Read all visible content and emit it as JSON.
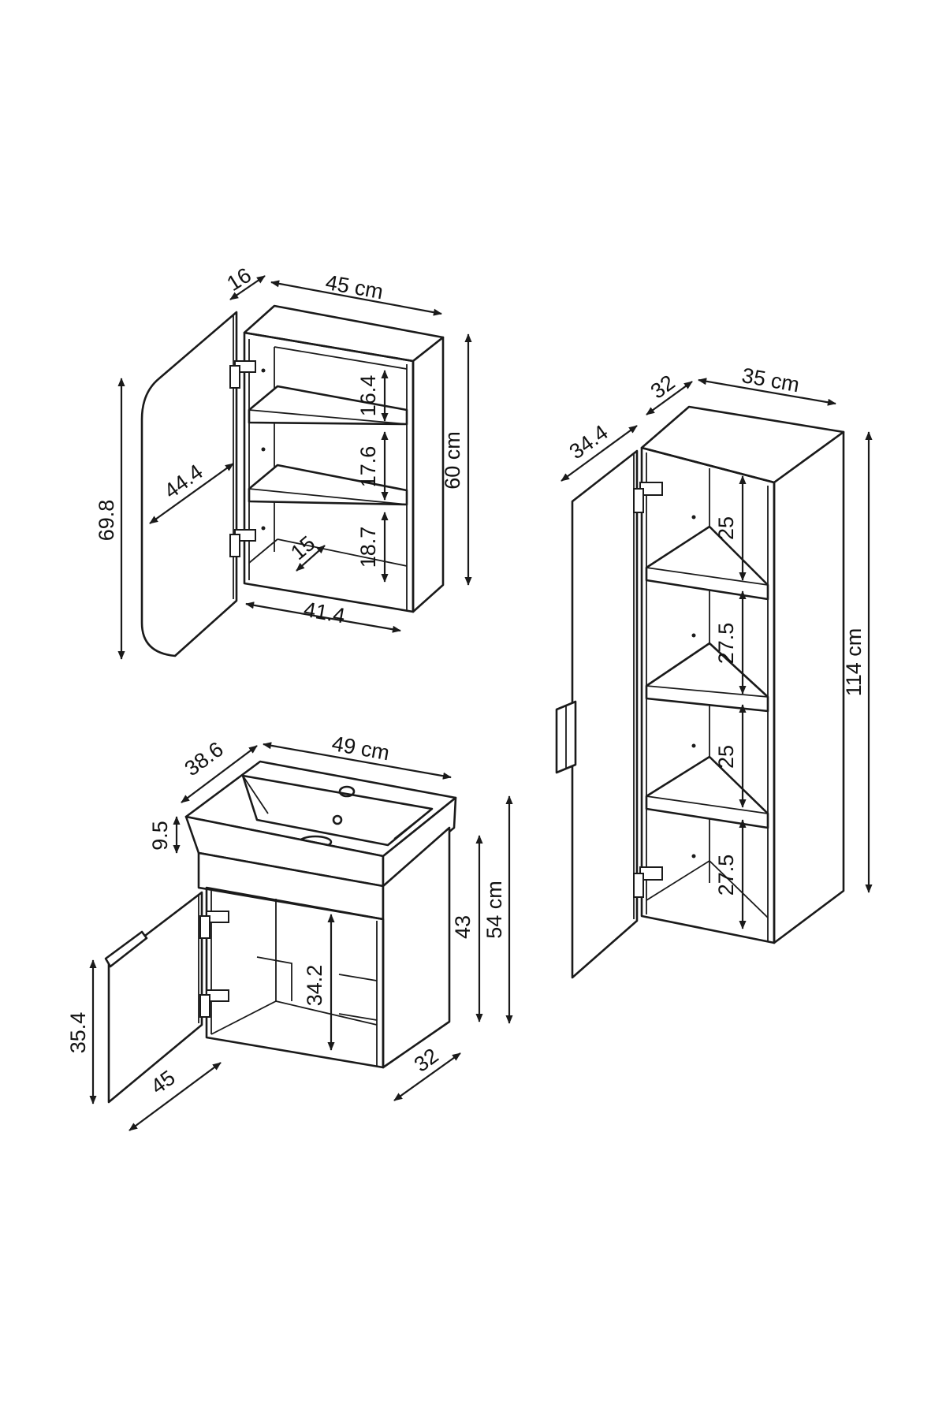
{
  "mirror_cabinet": {
    "width": "45 cm",
    "depth": "16",
    "height": "60 cm",
    "door_height": "69.8",
    "door_width": "44.4",
    "inner_width": "41.4",
    "inner_depth": "15",
    "shelf_heights": [
      "16.4",
      "17.6",
      "18.7"
    ]
  },
  "tall_cabinet": {
    "width": "35 cm",
    "depth": "32",
    "door_width": "34.4",
    "height": "114 cm",
    "shelf_heights": [
      "25",
      "27.5",
      "25",
      "27.5"
    ]
  },
  "sink_cabinet": {
    "width": "49 cm",
    "depth": "38.6",
    "basin_height": "9.5",
    "total_height": "54 cm",
    "body_height": "43",
    "inner_height": "34.2",
    "door_height": "35.4",
    "door_width": "45",
    "body_depth": "32"
  }
}
